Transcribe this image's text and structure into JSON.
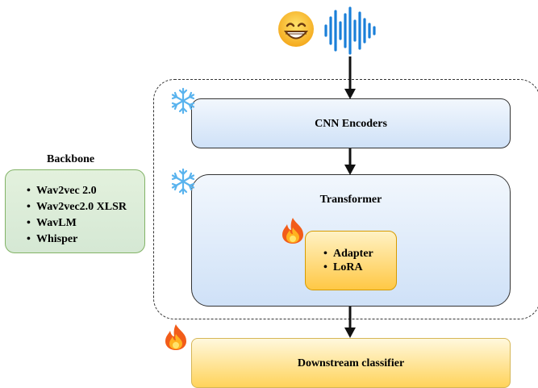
{
  "backbone": {
    "title": "Backbone",
    "items": [
      "Wav2vec 2.0",
      "Wav2vec2.0 XLSR",
      "WavLM",
      "Whisper"
    ]
  },
  "pipeline": {
    "cnn_label": "CNN Encoders",
    "transformer_label": "Transformer",
    "adapter_items": [
      "Adapter",
      "LoRA"
    ],
    "downstream_label": "Downstream classifier"
  },
  "icons": {
    "input_face": "grinning-face-icon",
    "waveform": "audio-waveform-icon",
    "frozen": "snowflake-icon",
    "trainable": "fire-icon"
  },
  "colors": {
    "backbone_fill": "#d5e8d4",
    "backbone_border": "#82b366",
    "encoder_fill": "#dae8fc",
    "adapter_fill": "#ffcd28",
    "downstream_fill": "#ffd35a",
    "waveform": "#1a7fd8"
  }
}
